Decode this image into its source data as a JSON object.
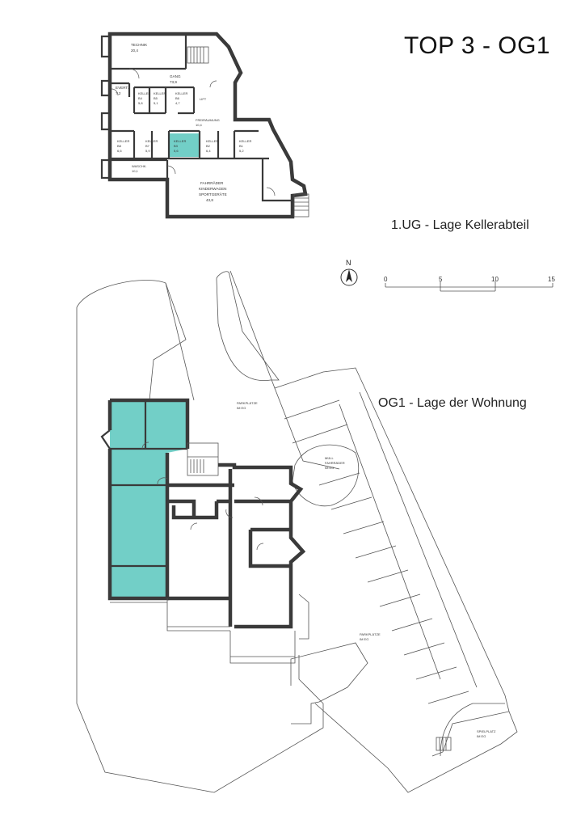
{
  "title": "TOP 3 - OG1",
  "captions": {
    "basement": "1.UG - Lage Kellerabteil",
    "floor": "OG1 - Lage der Wohnung"
  },
  "north_label": "N",
  "scale_bar": {
    "ticks": [
      "0",
      "5",
      "10",
      "15"
    ]
  },
  "colors": {
    "highlight": "#72cfc7",
    "wall": "#3a3a3a",
    "line": "#555555"
  },
  "basement_rooms": {
    "technik": {
      "name": "TECHNIK",
      "area": "20,4"
    },
    "gang": {
      "name": "GANG",
      "area": "73,9"
    },
    "evert": {
      "name": "EVERT.",
      "area": "7,2"
    },
    "keller_a": {
      "name": "KELLER",
      "nr": "B4",
      "area": "5,8"
    },
    "keller_b": {
      "name": "KELLER",
      "nr": "B5",
      "area": "5,1"
    },
    "keller_c": {
      "name": "KELLER",
      "nr": "B6",
      "area": "4,7"
    },
    "lift": {
      "name": "LIFT"
    },
    "schleuse": {
      "name": "FREIRÄUMUNG",
      "area": "10,4"
    },
    "keller_1": {
      "name": "KELLER",
      "nr": "B8",
      "area": "6,6"
    },
    "keller_2": {
      "name": "KELLER",
      "nr": "B7",
      "area": "5,9"
    },
    "keller_3": {
      "name": "KELLER",
      "nr": "B3",
      "area": "5,6"
    },
    "keller_4": {
      "name": "KELLER",
      "nr": "B2",
      "area": "6,4"
    },
    "keller_5": {
      "name": "KELLER",
      "nr": "B1",
      "area": "5,2"
    },
    "waschk": {
      "name": "WASCHK.",
      "area": "10,1"
    },
    "fahrrad": {
      "line1": "FAHRRÄDER",
      "line2": "KINDERWAGEN",
      "line3": "SPORTGERÄTE",
      "area": "43,8"
    }
  },
  "site_labels": {
    "parking_top": {
      "line1": "PARKPLÄTZE",
      "line2": "IM EG"
    },
    "muell": {
      "line1": "MÜLL",
      "line2": "FAHRRÄDER",
      "line3": "IM EG"
    },
    "parking_bottom": {
      "line1": "PARKPLÄTZE",
      "line2": "IM EG"
    },
    "spielplatz": {
      "line1": "SPIELPLATZ",
      "line2": "IM EG"
    }
  }
}
